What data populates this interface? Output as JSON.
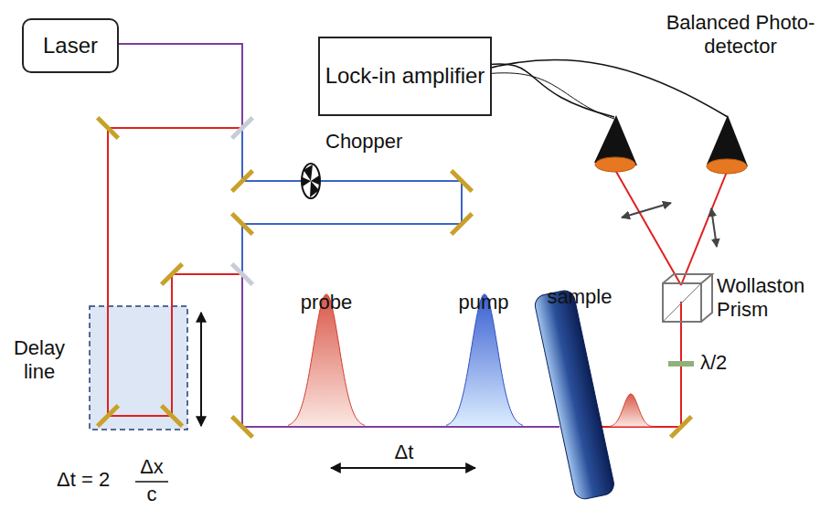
{
  "diagram": {
    "nodes": [
      {
        "text": [
          "Laser"
        ]
      },
      {
        "text": [
          "Lock-in amplifier"
        ]
      }
    ],
    "labels": [
      "Balanced Photo-detector",
      "Chopper",
      "Delay line",
      "Δt = 2",
      "Δx",
      "c",
      "probe",
      "pump",
      "Δt",
      "sample",
      "Wollaston Prism",
      "λ/2"
    ]
  }
}
